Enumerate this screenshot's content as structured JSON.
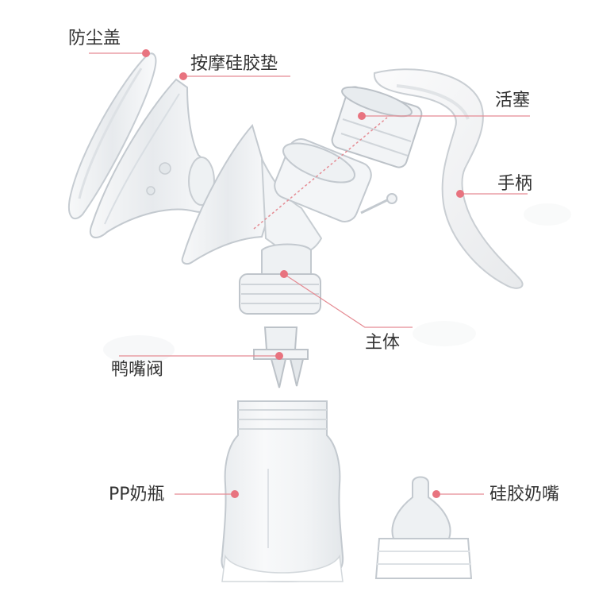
{
  "labels": {
    "dust_cover": "防尘盖",
    "massage_pad": "按摩硅胶垫",
    "piston": "活塞",
    "handle": "手柄",
    "main_body": "主体",
    "duckbill_valve": "鸭嘴阀",
    "pp_bottle": "PP奶瓶",
    "silicone_nipple": "硅胶奶嘴"
  },
  "colors": {
    "accent": "#e8737f",
    "leader_line": "#e58b93",
    "text": "#333333",
    "part_stroke": "#c9ced3",
    "part_fill": "#eef1f3",
    "handle_fill": "#f4f5f6",
    "collar_blue": "#e6f0f8"
  }
}
